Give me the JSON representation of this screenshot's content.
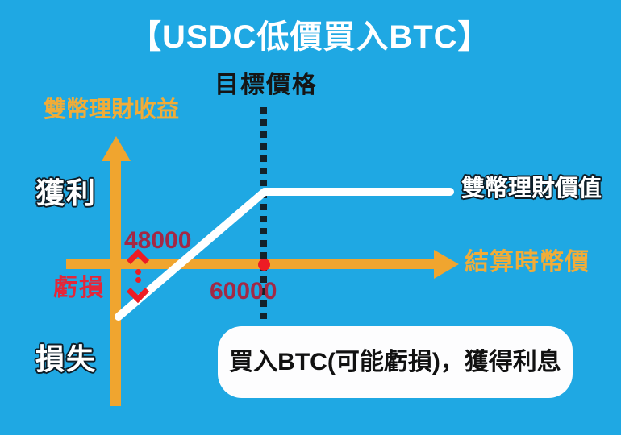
{
  "colors": {
    "background": "#1FA8E3",
    "axis_yellow": "#F0A52F",
    "label_yellow": "#F0AC38",
    "dark_red": "#A32845",
    "bright_red": "#ED1C24",
    "loss_red": "#E52639",
    "text_black": "#151515",
    "text_white": "#FFFFFF",
    "callout_bg": "#FDFDFE"
  },
  "title": "【USDC低價買入BTC】",
  "axes": {
    "y_label": "雙幣理財收益",
    "x_label": "結算時幣價",
    "profit_label": "獲利",
    "loss_label": "損失"
  },
  "markers": {
    "target_price_label": "目標價格",
    "price_48000": "48000",
    "price_60000": "60000",
    "loss_text": "虧損"
  },
  "payoff_line_label": "雙幣理財價值",
  "callout_text": "買入BTC(可能虧損)，獲得利息",
  "chart_data": {
    "type": "line",
    "title": "【USDC低價買入BTC】",
    "xlabel": "結算時幣價",
    "ylabel": "雙幣理財收益",
    "y_regions": {
      "positive": "獲利",
      "negative": "損失"
    },
    "x_tick_labels": [
      "48000",
      "60000"
    ],
    "target_price": 60000,
    "grid": false,
    "legend_position": "inline-right",
    "series": [
      {
        "name": "雙幣理財價值",
        "shape": "rises linearly below target price, flat (capped) at and above target price",
        "points": [
          {
            "x": 44500,
            "y": -1.6
          },
          {
            "x": 50500,
            "y": 0
          },
          {
            "x": 60000,
            "y": 1.55
          },
          {
            "x": 80000,
            "y": 1.55
          }
        ]
      }
    ],
    "annotations": [
      {
        "text": "目標價格",
        "x": 60000,
        "style": "vertical dotted line with red dot on x-axis"
      },
      {
        "text": "48000",
        "style": "red double-headed dashed arrow across x-axis marking 虧損 (loss) zone"
      },
      {
        "text": "買入BTC(可能虧損)，獲得利息",
        "style": "white rounded callout at bottom"
      }
    ]
  }
}
